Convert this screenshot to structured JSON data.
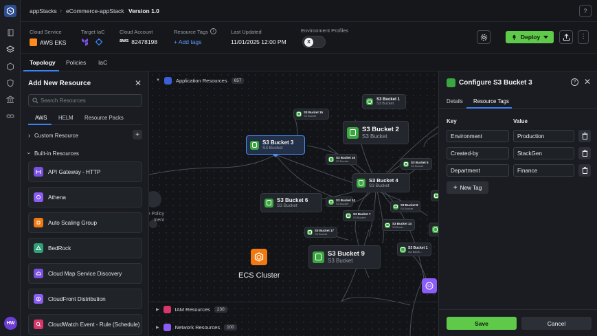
{
  "colors": {
    "accent": "#3b82f6",
    "primary_button": "#5fc94a",
    "s3_icon": "#3aa63f",
    "aws_orange": "#ff8a1c",
    "avatar": "#6b3fd4"
  },
  "rail": {
    "avatar_initials": "HW"
  },
  "breadcrumb": {
    "items": [
      "appStacks",
      "eCommerce-appStack",
      "Version 1.0"
    ]
  },
  "info": {
    "cloud_service_label": "Cloud Service",
    "cloud_service": "AWS EKS",
    "target_iac_label": "Target IaC",
    "cloud_account_label": "Cloud Account",
    "cloud_account": "82478198",
    "aws_logo": "aws",
    "resource_tags_label": "Resource Tags",
    "add_tags": "+ Add tags",
    "last_updated_label": "Last Updated",
    "last_updated": "11/01/2025 12:00 PM",
    "env_profiles_label": "Environment Profiles",
    "env_toggle_glyph": "X"
  },
  "toolbar": {
    "deploy_label": "Deploy"
  },
  "tabs": [
    "Topology",
    "Policies",
    "IaC"
  ],
  "left_panel": {
    "title": "Add New Resource",
    "search_placeholder": "Search Resources",
    "tabs": [
      "AWS",
      "HELM",
      "Resource Packs"
    ],
    "custom_resource": "Custom Resource",
    "builtin_resources": "Built-in Resources",
    "items": [
      {
        "label": "API Gateway - HTTP",
        "color": "#7b4fe0"
      },
      {
        "label": "Athena",
        "color": "#8b5cf6"
      },
      {
        "label": "Auto Scaling Group",
        "color": "#f2790f"
      },
      {
        "label": "BedRock",
        "color": "#2fa07a"
      },
      {
        "label": "Cloud Map Service Discovery",
        "color": "#7b4fe0"
      },
      {
        "label": "CloudFront Distribution",
        "color": "#8b5cf6"
      },
      {
        "label": "CloudWatch Event - Rule (Schedule)",
        "color": "#d9366b"
      }
    ]
  },
  "canvas": {
    "app_resources": "Application Resources",
    "app_count": "657",
    "iam_resources": "IAM Resources",
    "iam_count": "230",
    "network_resources": "Network Resources",
    "network_count": "100",
    "ecs_label": "ECS Cluster",
    "policy_label": "e Policy\nment",
    "nodes": [
      {
        "name": "S3 Bucket 3",
        "sub": "S3 Bucket"
      },
      {
        "name": "S3 Bucket 2",
        "sub": "S3 Bucket"
      },
      {
        "name": "S3 Bucket 1",
        "sub": "S3 Bucket"
      },
      {
        "name": "S3 Bucket 15",
        "sub": "S3 Bucket"
      },
      {
        "name": "S3 Bucket 4",
        "sub": "S3 Bucket"
      },
      {
        "name": "S3 Bucket 6",
        "sub": "S3 Bucket"
      },
      {
        "name": "S3 Bucket 9",
        "sub": "S3 Bucket"
      },
      {
        "name": "S3 Bucket 16",
        "sub": "S3 Bucket"
      },
      {
        "name": "S3 Bucket 5",
        "sub": "S3 Bucket"
      },
      {
        "name": "S3 Bucket 10",
        "sub": "S3 Bucket"
      },
      {
        "name": "S3 Bucket 7",
        "sub": "S3 Bucket"
      },
      {
        "name": "S3 Bucket 8",
        "sub": "S3 Bucket"
      },
      {
        "name": "S3 Bucket 14",
        "sub": "S3 Buck..."
      },
      {
        "name": "S3 Bucket 17",
        "sub": "S3 Bucket"
      },
      {
        "name": "S3 Bucket 1",
        "sub": "S3 Buck..."
      }
    ]
  },
  "right_panel": {
    "title": "Configure S3 Bucket 3",
    "tabs": [
      "Details",
      "Resource Tags"
    ],
    "key_header": "Key",
    "value_header": "Value",
    "tags": [
      {
        "key": "Environment",
        "value": "Production"
      },
      {
        "key": "Created-by",
        "value": "StackGen"
      },
      {
        "key": "Department",
        "value": "Finance"
      }
    ],
    "new_tag": "New Tag",
    "save": "Save",
    "cancel": "Cancel"
  }
}
